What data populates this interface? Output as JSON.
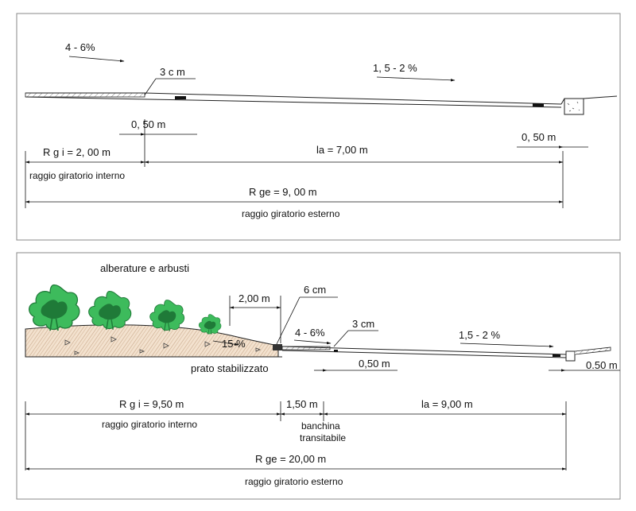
{
  "top_section": {
    "slope_left": "4 -   6%",
    "curb_depth": "3 c  m",
    "slope_right": "1,  5 -   2 %",
    "shoulder_left": "0,  50 m",
    "shoulder_right": "0,  50 m",
    "rgi_label": "R  g i = 2,  00 m",
    "rgi_caption": "raggio giratorio interno",
    "la_label": "la = 7,00 m",
    "rge_label": "R ge = 9,  00   m",
    "rge_caption": "raggio giratorio esterno"
  },
  "bottom_section": {
    "vegetation_label": "alberature e arbusti",
    "berm_width": "2,00 m",
    "curb_height": "6 cm",
    "slope_left": "4 - 6%",
    "curb_depth": "3 cm",
    "slope_right": "1,5 -  2 %",
    "embankment_slope": "15 %",
    "lawn_label": "prato stabilizzato",
    "shoulder_inner": "0,50 m",
    "shoulder_outer": "0.50 m",
    "rgi_label": "R  g i = 9,50 m",
    "rgi_caption": "raggio giratorio interno",
    "banchina_width": "1,50 m",
    "banchina_caption_1": "banchina",
    "banchina_caption_2": "transitabile",
    "la_label": "la = 9,00 m",
    "rge_label": "R ge =  20,00 m",
    "rge_caption": "raggio giratorio esterno"
  },
  "colors": {
    "line": "#111111",
    "panel_border": "#8a8a8a",
    "tree_green": "#2fa84f",
    "tree_dark": "#1f7a38",
    "soil_fill": "#f3e2cf",
    "soil_hatch": "#c9a88a"
  }
}
